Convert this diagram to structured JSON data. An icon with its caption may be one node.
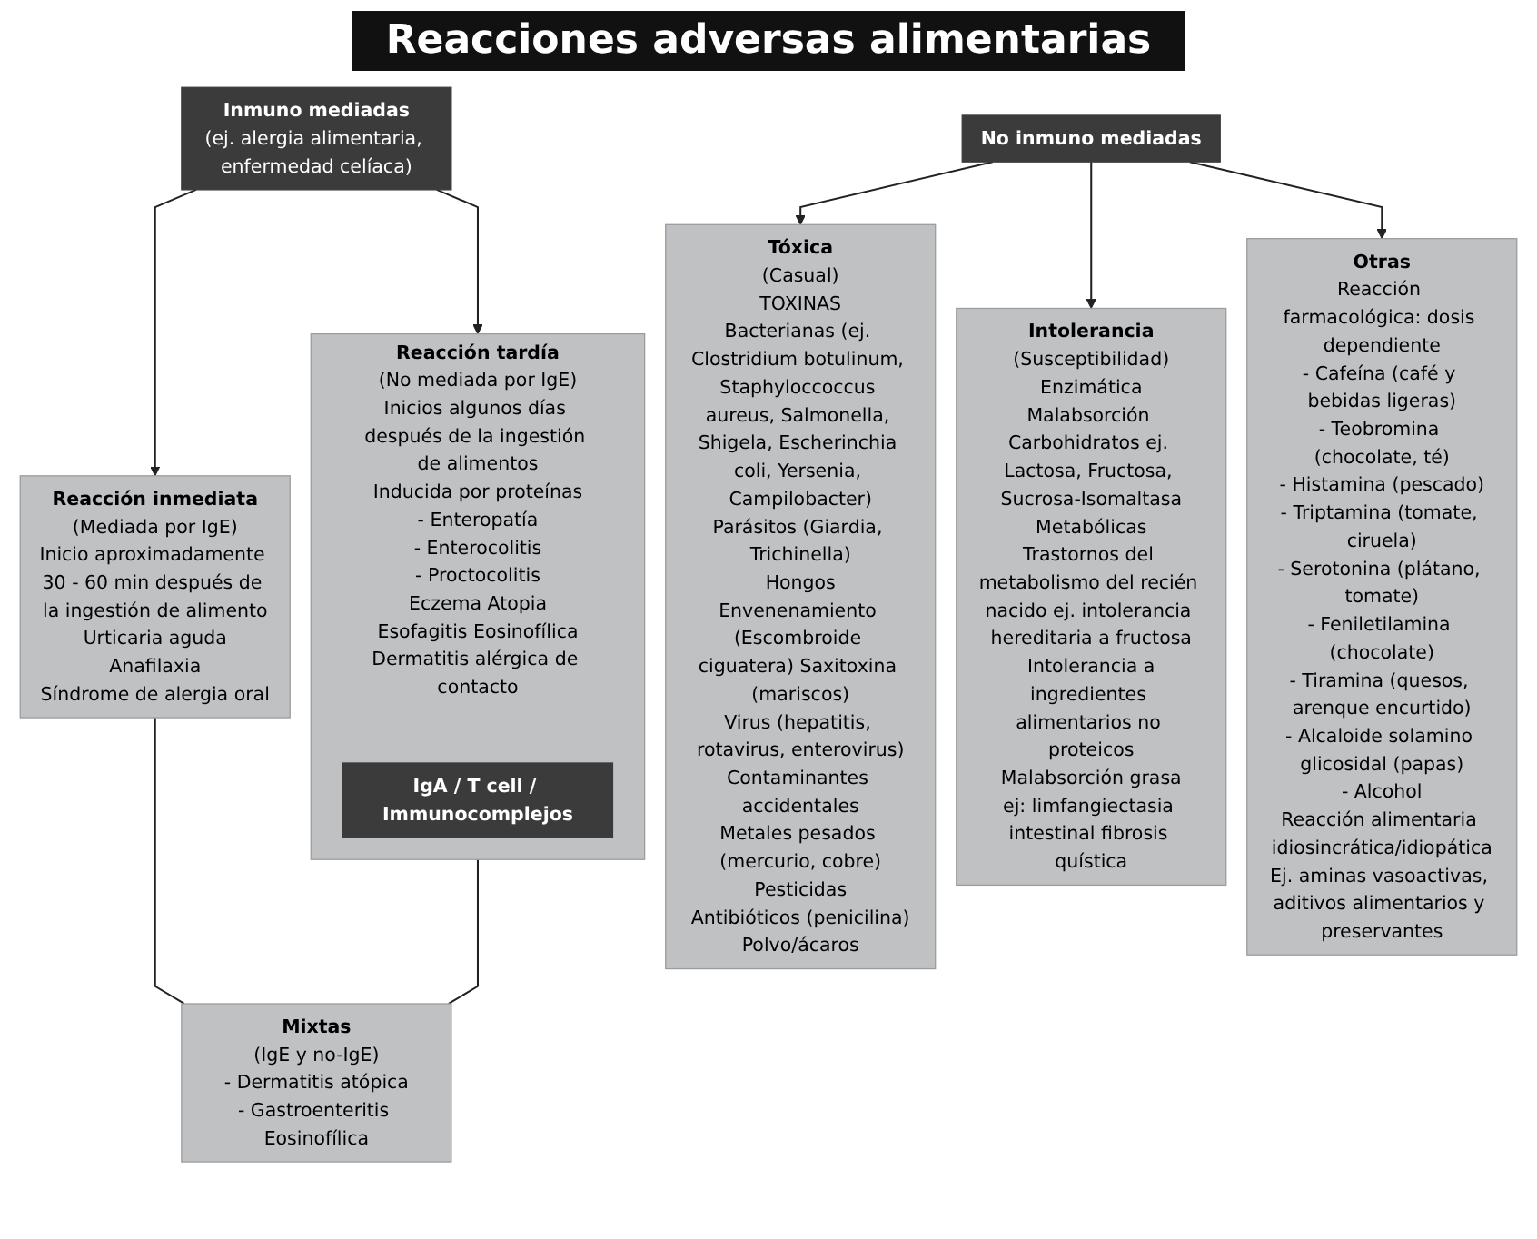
{
  "diagram": {
    "title": "Reacciones adversas alimentarias",
    "nodes": [
      {
        "text": [
          "Inmuno mediadas",
          "(ej. alergia alimentaria, enfermedad celíaca)"
        ]
      },
      {
        "text": [
          "No inmuno mediadas"
        ]
      },
      {
        "text": [
          "Reacción inmediata",
          "(Mediada por IgE)",
          "Inicio aproximadamente 30 - 60 min después de la ingestión de alimento",
          "Urticaria aguda",
          "Anafilaxia",
          "Síndrome de alergia oral"
        ]
      },
      {
        "text": [
          "Reacción tardía",
          "(No mediada por IgE)",
          "Inicios algunos días después de la ingestión de alimentos",
          "Inducida por proteínas",
          "- Enteropatía",
          "- Enterocolitis",
          "- Proctocolitis",
          "Eczema Atopia",
          "Esofagitis Eosinofílica",
          "Dermatitis alérgica de contacto"
        ]
      },
      {
        "text": [
          "IgA / T cell / Immunocomplejos"
        ],
        "in": 3
      },
      {
        "text": [
          "Tóxica",
          "(Casual)",
          "TOXINAS",
          "Bacterianas (ej. Clostridium botulinum, Staphyloccoccus aureus, Salmonella, Shigela, Escherinchia coli, Yersenia, Campilobacter)",
          "Parásitos (Giardia, Trichinella)",
          "Hongos",
          "Envenenamiento (Escombroide ciguatera) Saxitoxina (mariscos)",
          "Virus (hepatitis, rotavirus, enterovirus)",
          "Contaminantes accidentales",
          "Metales pesados (mercurio, cobre)",
          "Pesticidas",
          "Antibióticos (penicilina)",
          "Polvo/ácaros"
        ]
      },
      {
        "text": [
          "Intolerancia",
          "(Susceptibilidad)",
          "Enzimática",
          "Malabsorción Carbohidratos ej. Lactosa, Fructosa, Sucrosa-Isomaltasa",
          "Metabólicas",
          "Trastornos del metabolismo del recién nacido ej. intolerancia hereditaria a fructosa",
          "Intolerancia a",
          "ingredientes alimentarios no proteicos",
          "Malabsorción grasa",
          "ej: limfangiectasia intestinal fibrosis quística"
        ]
      },
      {
        "text": [
          "Otras",
          "Reacción farmacológica: dosis dependiente",
          "- Cafeína (café y bebidas ligeras)",
          "- Teobromina (chocolate, té)",
          "- Histamina (pescado)",
          "- Triptamina (tomate, ciruela)",
          "- Serotonina (plátano, tomate)",
          "- Feniletilamina (chocolate)",
          "- Tiramina (quesos, arenque encurtido)",
          "- Alcaloide solamino glicosidal (papas)",
          "- Alcohol",
          "Reacción alimentaria idiosincrática/idiopática",
          "Ej. aminas vasoactivas, aditivos alimentarios y preservantes"
        ]
      },
      {
        "text": [
          "Mixtas",
          "(IgE y no-IgE)",
          "- Dermatitis atópica",
          "- Gastroenteritis Eosinofílica"
        ]
      }
    ],
    "edges": [
      {
        "from": 0,
        "to": 2,
        "arrow": "to"
      },
      {
        "from": 0,
        "to": 3,
        "arrow": "to"
      },
      {
        "from": 1,
        "to": 5,
        "arrow": "to"
      },
      {
        "from": 1,
        "to": 6,
        "arrow": "to"
      },
      {
        "from": 1,
        "to": 7,
        "arrow": "to"
      },
      {
        "from": 2,
        "to": 8,
        "arrow": "none"
      },
      {
        "from": 3,
        "to": 8,
        "arrow": "none"
      }
    ]
  }
}
